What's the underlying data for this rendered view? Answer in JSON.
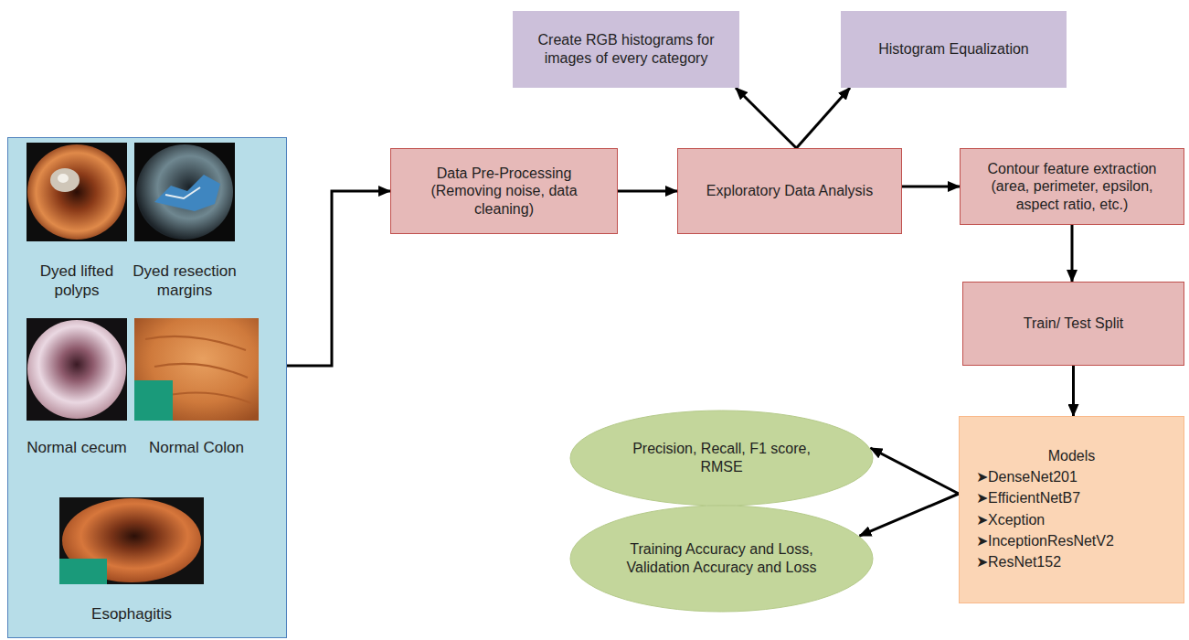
{
  "diagram": {
    "nodes": [
      {
        "text": [
          "Dyed lifted polyps",
          "Dyed resection margins",
          "Normal cecum",
          "Normal Colon",
          "Esophagitis"
        ]
      },
      {
        "text": [
          "Data Pre-Processing (Removing noise, data cleaning)"
        ]
      },
      {
        "text": [
          "Exploratory Data Analysis"
        ]
      },
      {
        "text": [
          "Create RGB histograms for images of every category"
        ]
      },
      {
        "text": [
          "Histogram Equalization"
        ]
      },
      {
        "text": [
          "Contour feature extraction (area, perimeter, epsilon, aspect ratio, etc.)"
        ]
      },
      {
        "text": [
          "Train/ Test Split"
        ]
      },
      {
        "text": [
          "Models",
          "➤DenseNet201",
          "➤EfficientNetB7",
          "➤Xception",
          "➤InceptionResNetV2",
          "➤ResNet152"
        ]
      },
      {
        "text": [
          "Precision, Recall, F1 score, RMSE"
        ]
      },
      {
        "text": [
          "Training Accuracy and Loss, Validation Accuracy and Loss"
        ]
      }
    ],
    "edges": [
      {
        "from": 0,
        "to": 1,
        "arrow": "to"
      },
      {
        "from": 1,
        "to": 2,
        "arrow": "to"
      },
      {
        "from": 2,
        "to": 3,
        "arrow": "to"
      },
      {
        "from": 2,
        "to": 4,
        "arrow": "to"
      },
      {
        "from": 2,
        "to": 5,
        "arrow": "to"
      },
      {
        "from": 5,
        "to": 6,
        "arrow": "to"
      },
      {
        "from": 6,
        "to": 7,
        "arrow": "to"
      },
      {
        "from": 7,
        "to": 8,
        "arrow": "to"
      },
      {
        "from": 7,
        "to": 9,
        "arrow": "to"
      }
    ]
  }
}
